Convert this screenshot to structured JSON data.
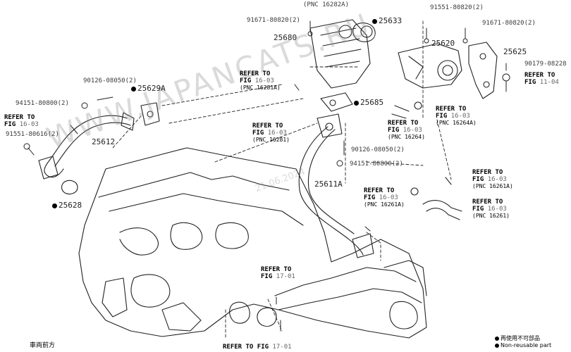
{
  "parts": [
    {
      "id": "top1",
      "text": "(PNC 16282A)"
    },
    {
      "id": "p91671a",
      "text": "91671-80820(2)"
    },
    {
      "id": "p25633",
      "text": "25633",
      "marker": true
    },
    {
      "id": "p91551a",
      "text": "91551-80820(2)"
    },
    {
      "id": "p25680",
      "text": "25680"
    },
    {
      "id": "p25620",
      "text": "25620"
    },
    {
      "id": "p91671b",
      "text": "91671-80820(2)"
    },
    {
      "id": "p25625",
      "text": "25625"
    },
    {
      "id": "p90179",
      "text": "90179-08228"
    },
    {
      "id": "p90126a",
      "text": "90126-08050(2)"
    },
    {
      "id": "p25629a",
      "text": "25629A",
      "marker": true
    },
    {
      "id": "p94151a",
      "text": "94151-80800(2)"
    },
    {
      "id": "p25612",
      "text": "25612"
    },
    {
      "id": "p91551b",
      "text": "91551-80616(2)"
    },
    {
      "id": "p25685",
      "text": "25685",
      "marker": true
    },
    {
      "id": "p90126b",
      "text": "90126-08050(2)"
    },
    {
      "id": "p94151b",
      "text": "94151-80800(2)"
    },
    {
      "id": "p25611a",
      "text": "25611A"
    },
    {
      "id": "p25628",
      "text": "25628",
      "marker": true
    }
  ],
  "refs": [
    {
      "id": "r1",
      "line1": "REFER TO",
      "fig": "FIG",
      "fignum": "16-03",
      "pnc": "(PNC 16281A)"
    },
    {
      "id": "r2",
      "line1": "REFER TO",
      "fig": "FIG",
      "fignum": "16-03",
      "pnc": ""
    },
    {
      "id": "r3",
      "line1": "REFER TO",
      "fig": "FIG",
      "fignum": "16-03",
      "pnc": "(PNC 16281)"
    },
    {
      "id": "r4",
      "line1": "REFER TO",
      "fig": "FIG",
      "fignum": "16-03",
      "pnc": "(PNC 16264)"
    },
    {
      "id": "r5",
      "line1": "REFER TO",
      "fig": "FIG",
      "fignum": "16-03",
      "pnc": "(PNC 16264A)"
    },
    {
      "id": "r6",
      "line1": "REFER TO",
      "fig": "FIG",
      "fignum": "11-04",
      "pnc": ""
    },
    {
      "id": "r7",
      "line1": "REFER TO",
      "fig": "FIG",
      "fignum": "16-03",
      "pnc": "(PNC 16261A)"
    },
    {
      "id": "r8",
      "line1": "REFER TO",
      "fig": "FIG",
      "fignum": "16-03",
      "pnc": "(PNC 16261A)"
    },
    {
      "id": "r9",
      "line1": "REFER TO",
      "fig": "FIG",
      "fignum": "16-03",
      "pnc": "(PNC 16261)"
    },
    {
      "id": "r10",
      "line1": "REFER TO",
      "fig": "FIG",
      "fignum": "17-01",
      "pnc": ""
    },
    {
      "id": "r11",
      "line1": "REFER TO",
      "fig": "FIG",
      "fignum": "17-01",
      "pnc": ""
    }
  ],
  "front_label": "車両前方",
  "legend": {
    "jp": "再使用不可部品",
    "en": "Non-reusable part"
  },
  "watermark": {
    "site": "WWW.JAPANCATS.RU",
    "date": "21.06.2024"
  }
}
